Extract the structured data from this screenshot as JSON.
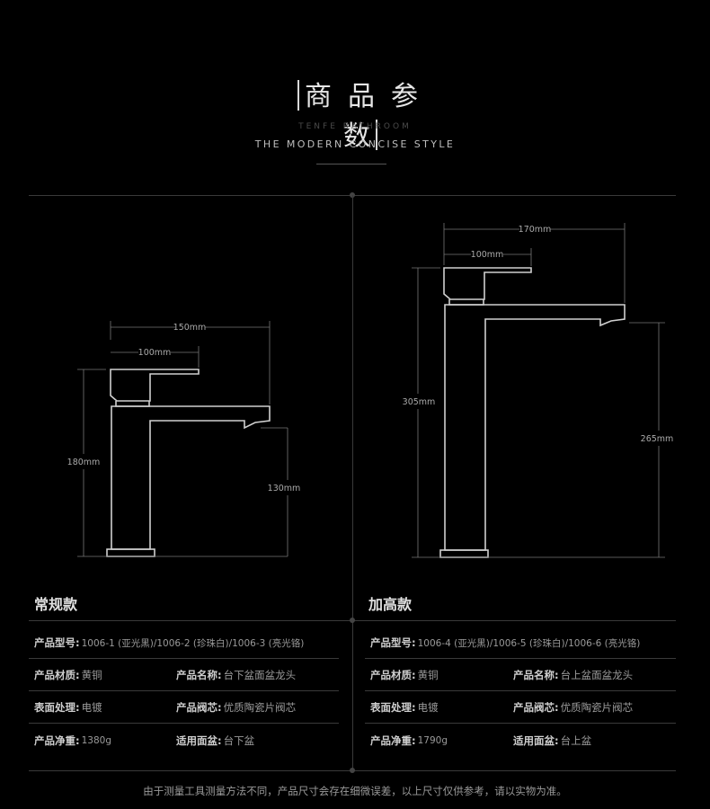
{
  "header": {
    "title_chars": [
      "商",
      "品",
      "参",
      "数"
    ],
    "brand": "TENFE BATHROOM",
    "slogan": "THE MODERN CONCISE STYLE"
  },
  "left": {
    "dims": {
      "total_width": "150mm",
      "handle_width": "100mm",
      "height": "180mm",
      "spout_height": "130mm"
    },
    "section_title": "常规款",
    "specs": {
      "model_label": "产品型号:",
      "model_value": "1006-1 (亚光黑)/1006-2 (珍珠白)/1006-3 (亮光铬)",
      "material_label": "产品材质:",
      "material_value": "黄铜",
      "name_label": "产品名称:",
      "name_value": "台下盆面盆龙头",
      "surface_label": "表面处理:",
      "surface_value": "电镀",
      "valve_label": "产品阀芯:",
      "valve_value": "优质陶瓷片阀芯",
      "weight_label": "产品净重:",
      "weight_value": "1380g",
      "basin_label": "适用面盆:",
      "basin_value": "台下盆"
    }
  },
  "right": {
    "dims": {
      "total_width": "170mm",
      "handle_width": "100mm",
      "height": "305mm",
      "spout_height": "265mm"
    },
    "section_title": "加高款",
    "specs": {
      "model_label": "产品型号:",
      "model_value": "1006-4 (亚光黑)/1006-5 (珍珠白)/1006-6 (亮光铬)",
      "material_label": "产品材质:",
      "material_value": "黄铜",
      "name_label": "产品名称:",
      "name_value": "台上盆面盆龙头",
      "surface_label": "表面处理:",
      "surface_value": "电镀",
      "valve_label": "产品阀芯:",
      "valve_value": "优质陶瓷片阀芯",
      "weight_label": "产品净重:",
      "weight_value": "1790g",
      "basin_label": "适用面盆:",
      "basin_value": "台上盆"
    }
  },
  "footnote": "由于测量工具测量方法不同，产品尺寸会存在细微误差，以上尺寸仅供参考，请以实物为准。",
  "colors": {
    "background": "#000000",
    "line": "#3a3a3a",
    "drawing": "#d0d0d0",
    "dimension": "#777777"
  }
}
